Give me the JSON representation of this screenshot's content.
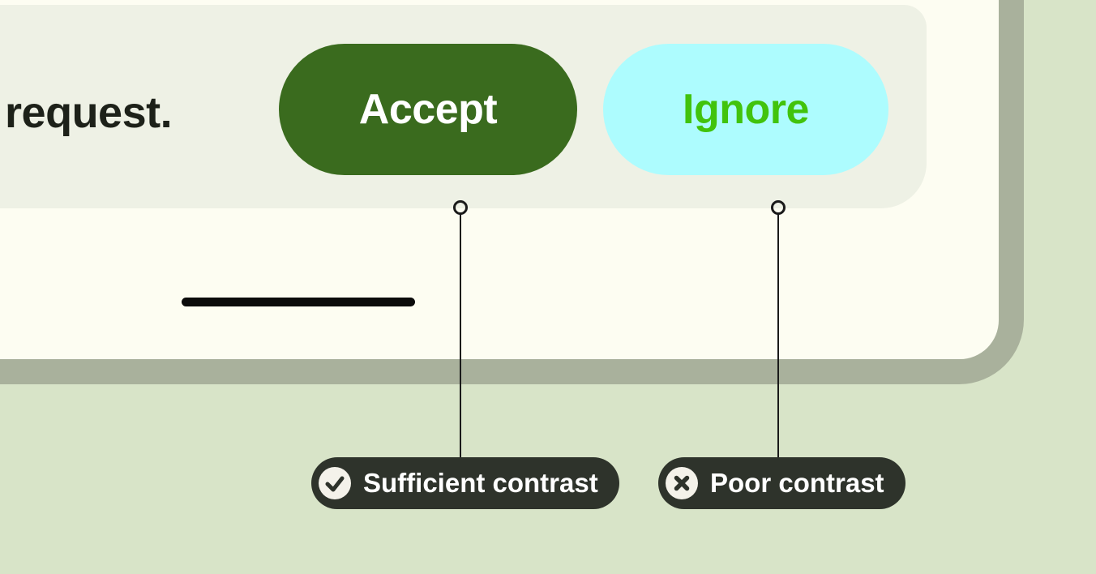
{
  "colors": {
    "page_background": "#d8e4c8",
    "device_bezel": "#a9b19c",
    "device_screen": "#fdfdf2",
    "card_surface": "#eef1e5",
    "accept_button_bg": "#3a6b1e",
    "accept_button_text": "#ffffff",
    "ignore_button_bg": "#adfcfe",
    "ignore_button_text": "#41c30c",
    "callout_bg": "#2e332b",
    "callout_text": "#ffffff",
    "message_text": "#1d2119",
    "connector": "#1a1a1a"
  },
  "dialog": {
    "message_fragment": "a request.",
    "accept_label": "Accept",
    "ignore_label": "Ignore"
  },
  "callouts": {
    "sufficient": {
      "label": "Sufficient contrast",
      "icon": "check-circle-icon"
    },
    "poor": {
      "label": "Poor contrast",
      "icon": "x-circle-icon"
    }
  }
}
